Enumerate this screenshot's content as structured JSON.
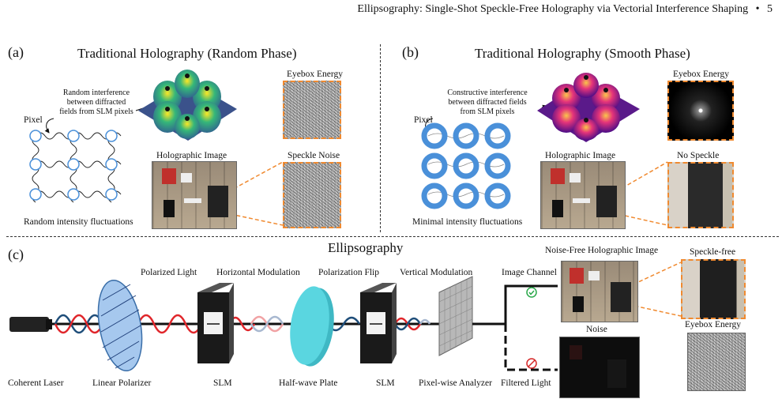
{
  "header": {
    "title": "Ellipsography: Single-Shot Speckle-Free Holography via Vectorial Interference Shaping",
    "sep": "•",
    "page": "5"
  },
  "panel_a": {
    "label": "(a)",
    "title": "Traditional Holography (Random Phase)",
    "annotation": [
      "Random interference",
      "between diffracted",
      "fields from SLM pixels"
    ],
    "pixel": "Pixel",
    "eyebox": "Eyebox Energy",
    "holo": "Holographic Image",
    "speckle": "Speckle Noise",
    "caption": "Random intensity fluctuations"
  },
  "panel_b": {
    "label": "(b)",
    "title": "Traditional Holography (Smooth Phase)",
    "annotation": [
      "Constructive interference",
      "between diffracted fields",
      "from SLM pixels"
    ],
    "pixel": "Pixel",
    "eyebox": "Eyebox Energy",
    "holo": "Holographic Image",
    "speckle": "No Speckle",
    "caption": "Minimal intensity fluctuations"
  },
  "panel_c": {
    "label": "(c)",
    "title": "Ellipsography",
    "top_labels": {
      "polarized": "Polarized Light",
      "hmod": "Horizontal Modulation",
      "pflip": "Polarization Flip",
      "vmod": "Vertical Modulation",
      "image_channel": "Image Channel",
      "noise_free": "Noise-Free Holographic Image",
      "speckle_free": "Speckle-free",
      "eyebox": "Eyebox Energy",
      "noise": "Noise"
    },
    "bottom_labels": {
      "laser": "Coherent Laser",
      "polarizer": "Linear  Polarizer",
      "slm1": "SLM",
      "hwp": "Half-wave Plate",
      "slm2": "SLM",
      "analyzer": "Pixel-wise Analyzer",
      "filtered": "Filtered Light"
    }
  },
  "colors": {
    "orange": "#f08a30",
    "red": "#e0262b",
    "blue": "#1f4e7a",
    "cyan": "#5ad6e0",
    "polarizer": "#a6c8ee",
    "pixel_ring": "#4a90d9"
  }
}
